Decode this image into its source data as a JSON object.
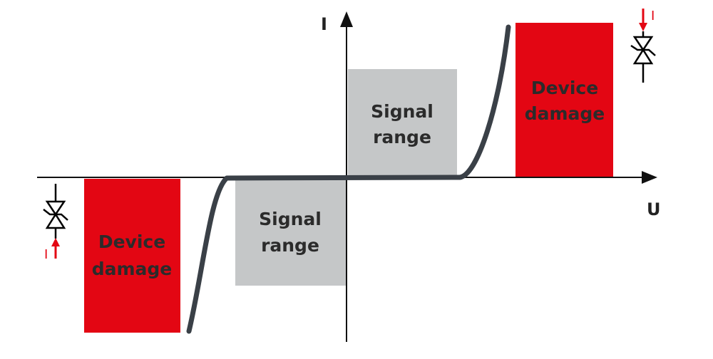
{
  "axes": {
    "x_label": "U",
    "y_label": "I"
  },
  "regions": {
    "signal_range_positive": {
      "line1": "Signal",
      "line2": "range"
    },
    "signal_range_negative": {
      "line1": "Signal",
      "line2": "range"
    },
    "device_damage_positive": {
      "line1": "Device",
      "line2": "damage"
    },
    "device_damage_negative": {
      "line1": "Device",
      "line2": "damage"
    }
  },
  "symbols": {
    "current_label_positive": "I",
    "current_label_negative": "I"
  },
  "colors": {
    "damage": "#e30613",
    "signal": "#c5c7c8",
    "curve": "#3a4047",
    "axis": "#111111"
  }
}
